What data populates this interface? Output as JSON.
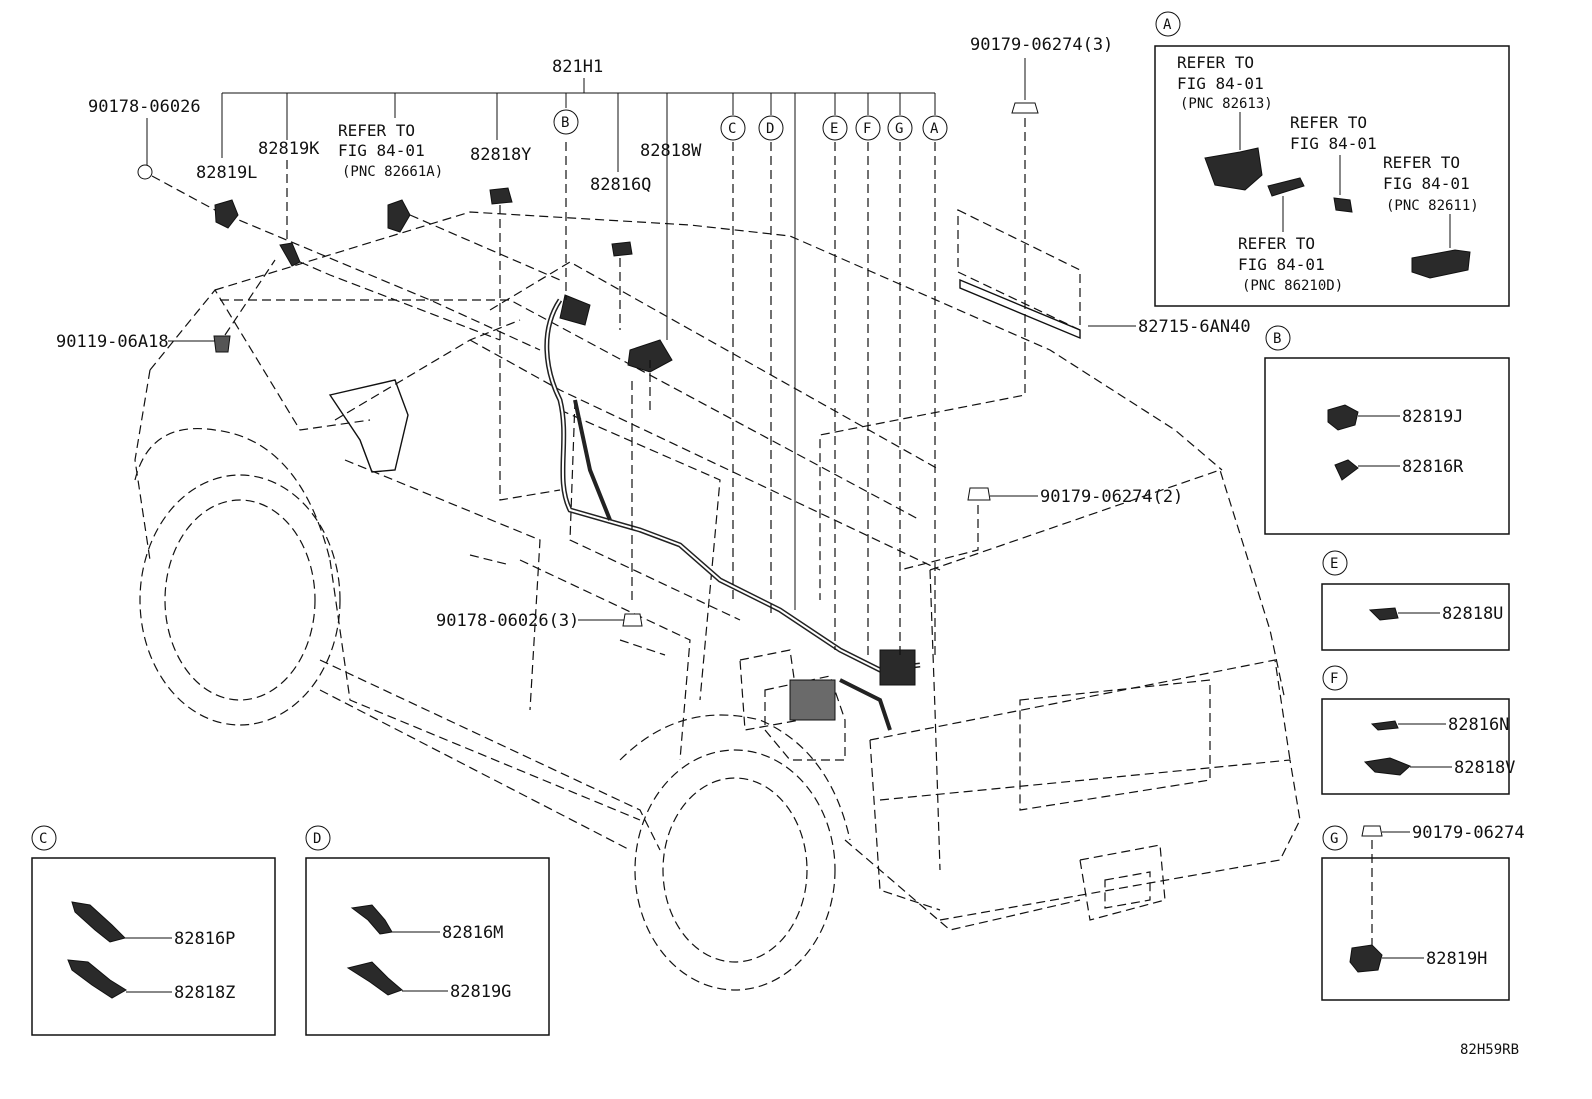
{
  "diagram_code": "82H59RB",
  "top_assembly": "821H1",
  "labels": {
    "p90178_06026": "90178-06026",
    "p82819L": "82819L",
    "p82819K": "82819K",
    "ref_fig_main_1": "REFER TO",
    "ref_fig_main_2": "FIG 84-01",
    "ref_fig_main_3": "(PNC 82661A)",
    "p82818Y": "82818Y",
    "p82818W": "82818W",
    "p82816Q": "82816Q",
    "p90179_06274_3": "90179-06274(3)",
    "p90119_06A18": "90119-06A18",
    "p82715_6AN40": "82715-6AN40",
    "p90179_06274_2": "90179-06274(2)",
    "p90178_06026_3": "90178-06026(3)"
  },
  "callouts": [
    "B",
    "C",
    "D",
    "E",
    "F",
    "G",
    "A"
  ],
  "detail_A": {
    "letter": "A",
    "r1_l1": "REFER TO",
    "r1_l2": "FIG 84-01",
    "r1_l3": "(PNC 82613)",
    "r2_l1": "REFER TO",
    "r2_l2": "FIG 84-01",
    "r3_l1": "REFER TO",
    "r3_l2": "FIG 84-01",
    "r3_l3": "(PNC 82611)",
    "r4_l1": "REFER TO",
    "r4_l2": "FIG 84-01",
    "r4_l3": "(PNC 86210D)"
  },
  "detail_B": {
    "letter": "B",
    "parts": [
      "82819J",
      "82816R"
    ]
  },
  "detail_C": {
    "letter": "C",
    "parts": [
      "82816P",
      "82818Z"
    ]
  },
  "detail_D": {
    "letter": "D",
    "parts": [
      "82816M",
      "82819G"
    ]
  },
  "detail_E": {
    "letter": "E",
    "parts": [
      "82818U"
    ]
  },
  "detail_F": {
    "letter": "F",
    "parts": [
      "82816N",
      "82818V"
    ]
  },
  "detail_G": {
    "letter": "G",
    "clip": "90179-06274",
    "parts": [
      "82819H"
    ]
  }
}
